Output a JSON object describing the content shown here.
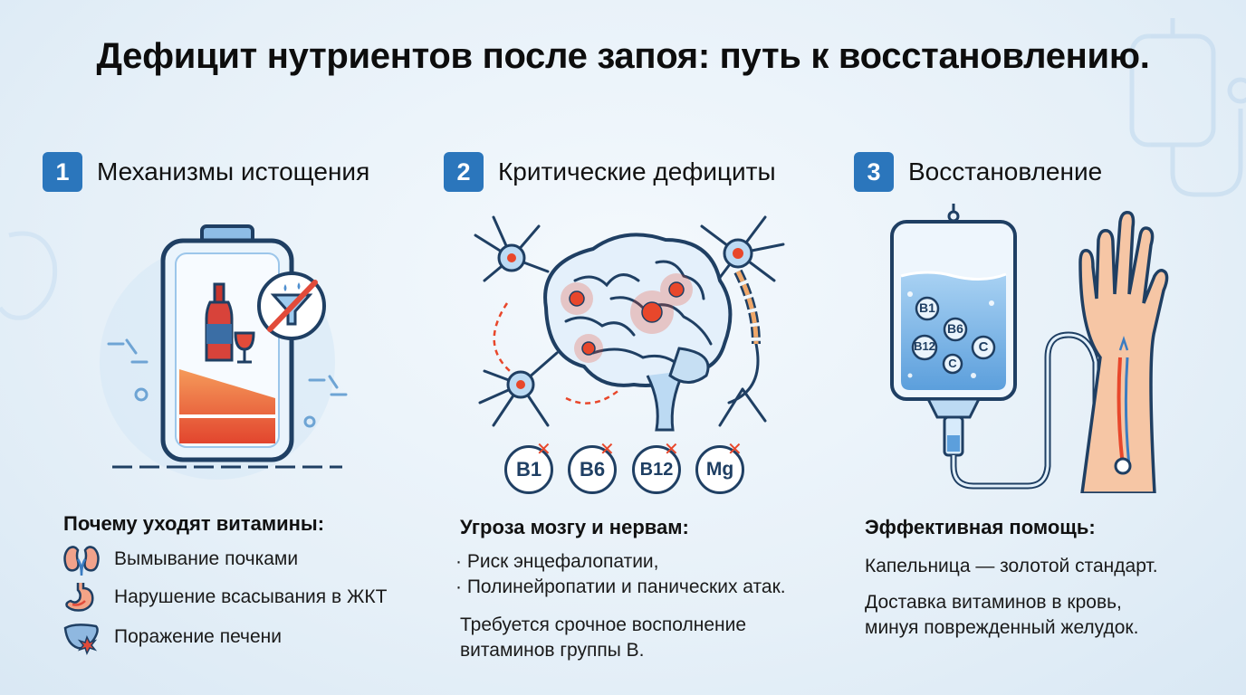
{
  "title": "Дефицит нутриентов после запоя: путь к восстановлению.",
  "sections": [
    {
      "number": "1",
      "title": "Механизмы истощения",
      "subtitle": "Почему уходят витамины:",
      "items": [
        "Вымывание почками",
        "Нарушение всасывания в ЖКТ",
        "Поражение печени"
      ]
    },
    {
      "number": "2",
      "title": "Критические дефициты",
      "badges": [
        "B1",
        "B6",
        "B12",
        "Mg"
      ],
      "subtitle": "Угроза мозгу и нервам:",
      "bullets": [
        "· Риск энцефалопатии,",
        "· Полинейропатии и панических атак."
      ],
      "note_lines": [
        "Требуется срочное восполнение",
        "витаминов группы В."
      ]
    },
    {
      "number": "3",
      "title": "Восстановление",
      "bag_labels": [
        "B1",
        "B6",
        "B12",
        "C",
        "C"
      ],
      "subtitle": "Эффективная помощь:",
      "line1": "Капельница — золотой стандарт.",
      "line2_lines": [
        "Доставка витаминов в кровь,",
        "минуя поврежденный желудок."
      ]
    }
  ],
  "colors": {
    "accent": "#2b76bc",
    "outline": "#1f3f63",
    "alert": "#e8472b",
    "liquid": "#7fb6e6"
  }
}
